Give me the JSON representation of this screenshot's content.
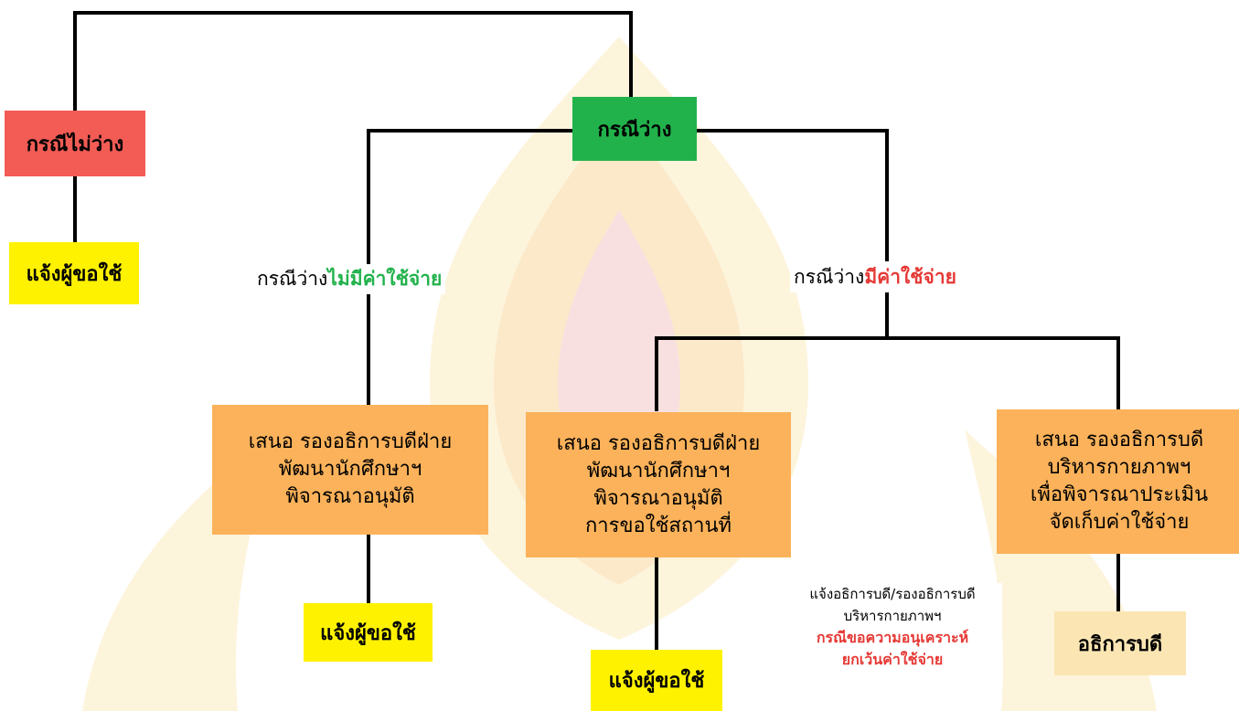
{
  "colors": {
    "line": "#000000",
    "not_available": "#f25c55",
    "available": "#22b24c",
    "notify": "#fff200",
    "proposal": "#fbb25a",
    "director": "#fbe6b3",
    "free_text": "#22b24c",
    "paid_text": "#e53935"
  },
  "nodes": {
    "not_available": "กรณีไม่ว่าง",
    "notify_left": "แจ้งผู้ขอใช้",
    "available": "กรณีว่าง",
    "free_prefix": "กรณีว่าง",
    "free_highlight": "ไม่มีค่าใช้จ่าย",
    "paid_prefix": "กรณีว่าง",
    "paid_highlight": "มีค่าใช้จ่าย",
    "proposal_free": [
      "เสนอ รองอธิการบดีฝ่าย",
      "พัฒนานักศึกษาฯ",
      "พิจารณาอนุมัติ"
    ],
    "proposal_paid": [
      "เสนอ รองอธิการบดีฝ่าย",
      "พัฒนานักศึกษาฯ",
      "พิจารณาอนุมัติ",
      "การขอใช้สถานที่"
    ],
    "proposal_admin": [
      "เสนอ รองอธิการบดี",
      "บริหารกายภาพฯ",
      "เพื่อพิจารณาประเมิน",
      "จัดเก็บค่าใช้จ่าย"
    ],
    "notify_free": "แจ้งผู้ขอใช้",
    "notify_paid": "แจ้งผู้ขอใช้",
    "note_lines": [
      "แจ้งอธิการบดี/รองอธิการบดี",
      "บริหารกายภาพฯ"
    ],
    "note_highlight": [
      "กรณีขอความอนุเคราะห์",
      "ยกเว้นค่าใช้จ่าย"
    ],
    "director": "อธิการบดี"
  }
}
